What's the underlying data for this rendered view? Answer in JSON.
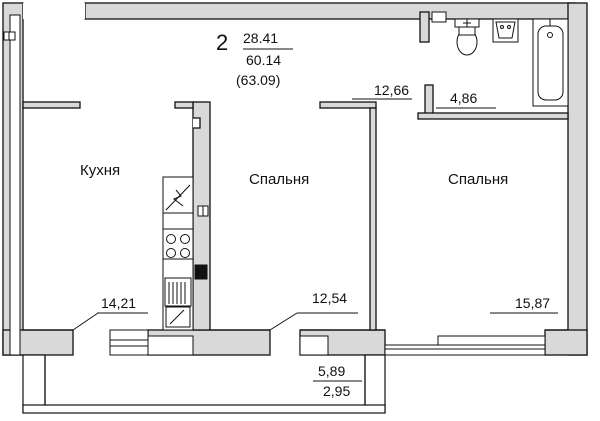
{
  "rooms_count": "2",
  "totals": {
    "living": "28.41",
    "total": "60.14",
    "total_with_balcony": "(63.09)"
  },
  "rooms": [
    {
      "name": "Кухня",
      "area": "14,21"
    },
    {
      "name": "Спальня",
      "area": "12,54"
    },
    {
      "name": "Спальня",
      "area": "15,87"
    }
  ],
  "corridor": {
    "area": "12,66"
  },
  "bathroom": {
    "area": "4,86"
  },
  "balcony": {
    "area": "5,89",
    "reduced_area": "2,95"
  },
  "colors": {
    "wall": "#d9d9d9",
    "line": "#111111"
  }
}
